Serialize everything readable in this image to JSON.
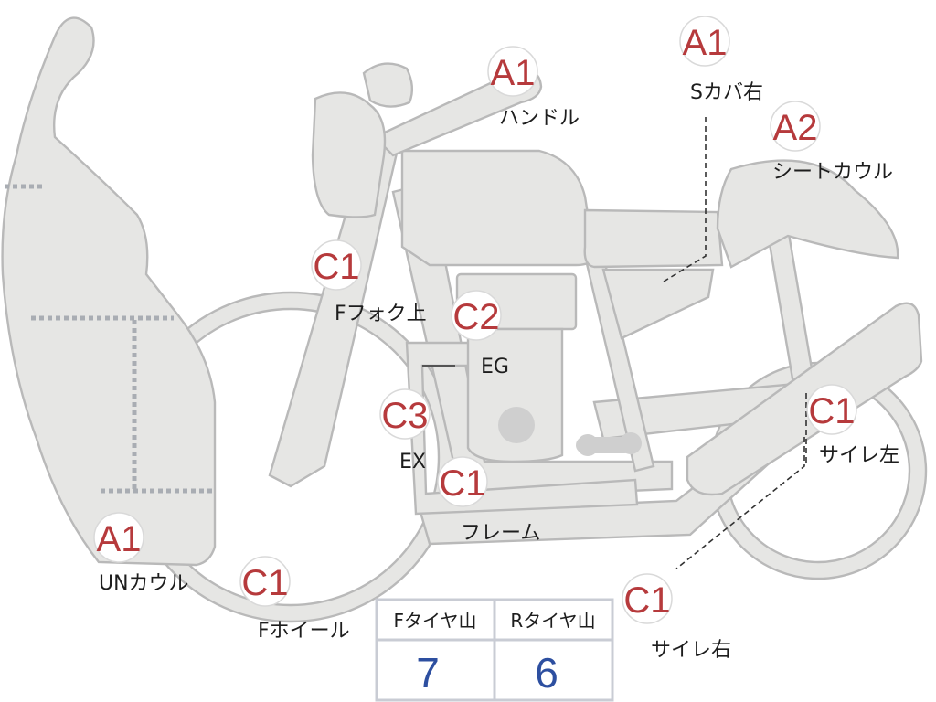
{
  "labels": [
    {
      "id": "handle",
      "code": "A1",
      "name": "ハンドル"
    },
    {
      "id": "s-cover-right",
      "code": "A1",
      "name": "Sカバ右"
    },
    {
      "id": "seat-cowl",
      "code": "A2",
      "name": "シートカウル"
    },
    {
      "id": "front-fork-upper",
      "code": "C1",
      "name": "Fフォク上"
    },
    {
      "id": "engine",
      "code": "C2",
      "name": "EG"
    },
    {
      "id": "exhaust",
      "code": "C3",
      "name": "EX"
    },
    {
      "id": "frame",
      "code": "C1",
      "name": "フレーム"
    },
    {
      "id": "side-left",
      "code": "C1",
      "name": "サイレ左"
    },
    {
      "id": "side-right",
      "code": "C1",
      "name": "サイレ右"
    },
    {
      "id": "under-cowl",
      "code": "A1",
      "name": "UNカウル"
    },
    {
      "id": "front-wheel",
      "code": "C1",
      "name": "Fホイール"
    }
  ],
  "tire_table": {
    "headers": [
      "Fタイヤ山",
      "Rタイヤ山"
    ],
    "values": [
      "7",
      "6"
    ]
  },
  "colors": {
    "badge_text": "#b63a3c",
    "table_values": "#2d4fa0",
    "body_fill": "#e6e6e4",
    "outline": "#b9b9b9"
  }
}
